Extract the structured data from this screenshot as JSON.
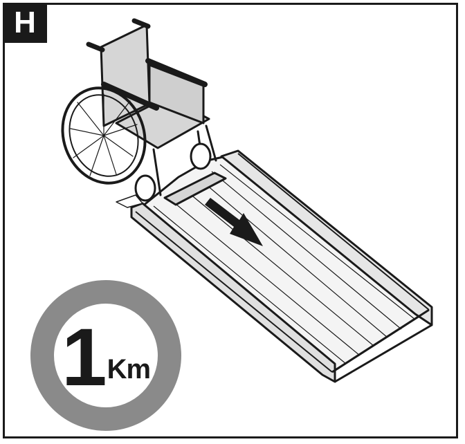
{
  "step_label": "H",
  "distance": {
    "value": "1",
    "unit": "Km"
  },
  "colors": {
    "ink": "#1a1a1a",
    "ring": "#8a8a8a",
    "seat": "#d6d6d6",
    "ramp": "#f2f2f2"
  },
  "icons": [
    "wheelchair-icon",
    "ramp-icon",
    "direction-arrow-icon"
  ]
}
